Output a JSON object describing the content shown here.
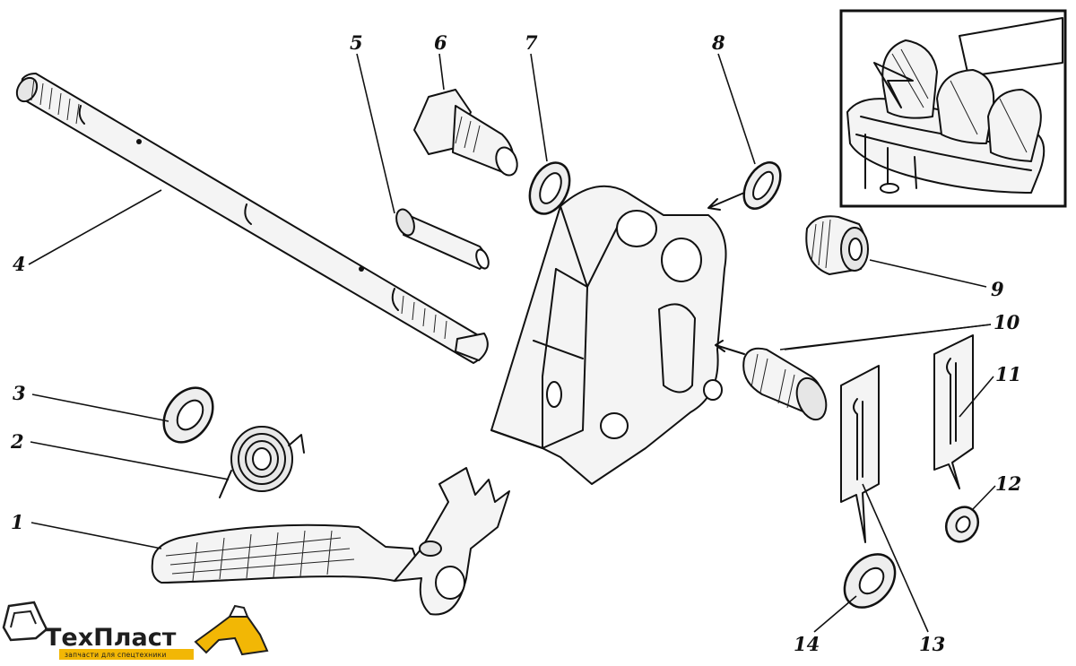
{
  "callouts": [
    "1",
    "2",
    "3",
    "4",
    "5",
    "6",
    "7",
    "8",
    "9",
    "10",
    "11",
    "12",
    "13",
    "14"
  ],
  "logo": {
    "name": "ТехПласт",
    "tagline": "запчасти для спецтехники",
    "accent": "#f2b705"
  },
  "colors": {
    "ink": "#111111",
    "paper": "#ffffff"
  }
}
